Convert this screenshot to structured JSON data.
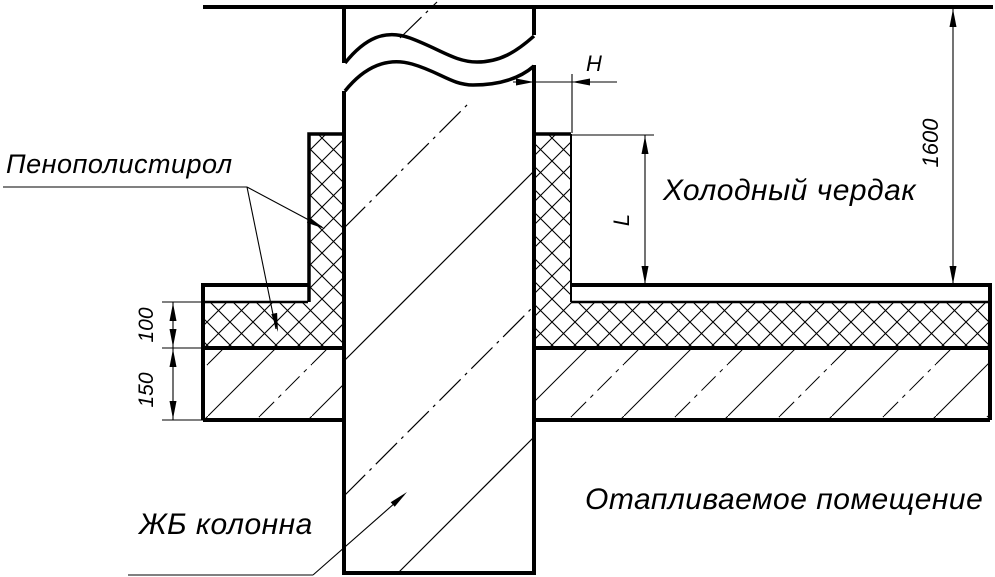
{
  "drawing": {
    "labels": {
      "insulation": "Пенополистирол",
      "cold_attic": "Холодный чердак",
      "column": "ЖБ колонна",
      "heated_room": "Отапливаемое помещение"
    },
    "dimensions": {
      "h": "Н",
      "l": "L",
      "attic_height": "1600",
      "insulation_thickness": "100",
      "slab_thickness": "150"
    },
    "colors": {
      "line": "#000000",
      "background": "#ffffff"
    }
  }
}
